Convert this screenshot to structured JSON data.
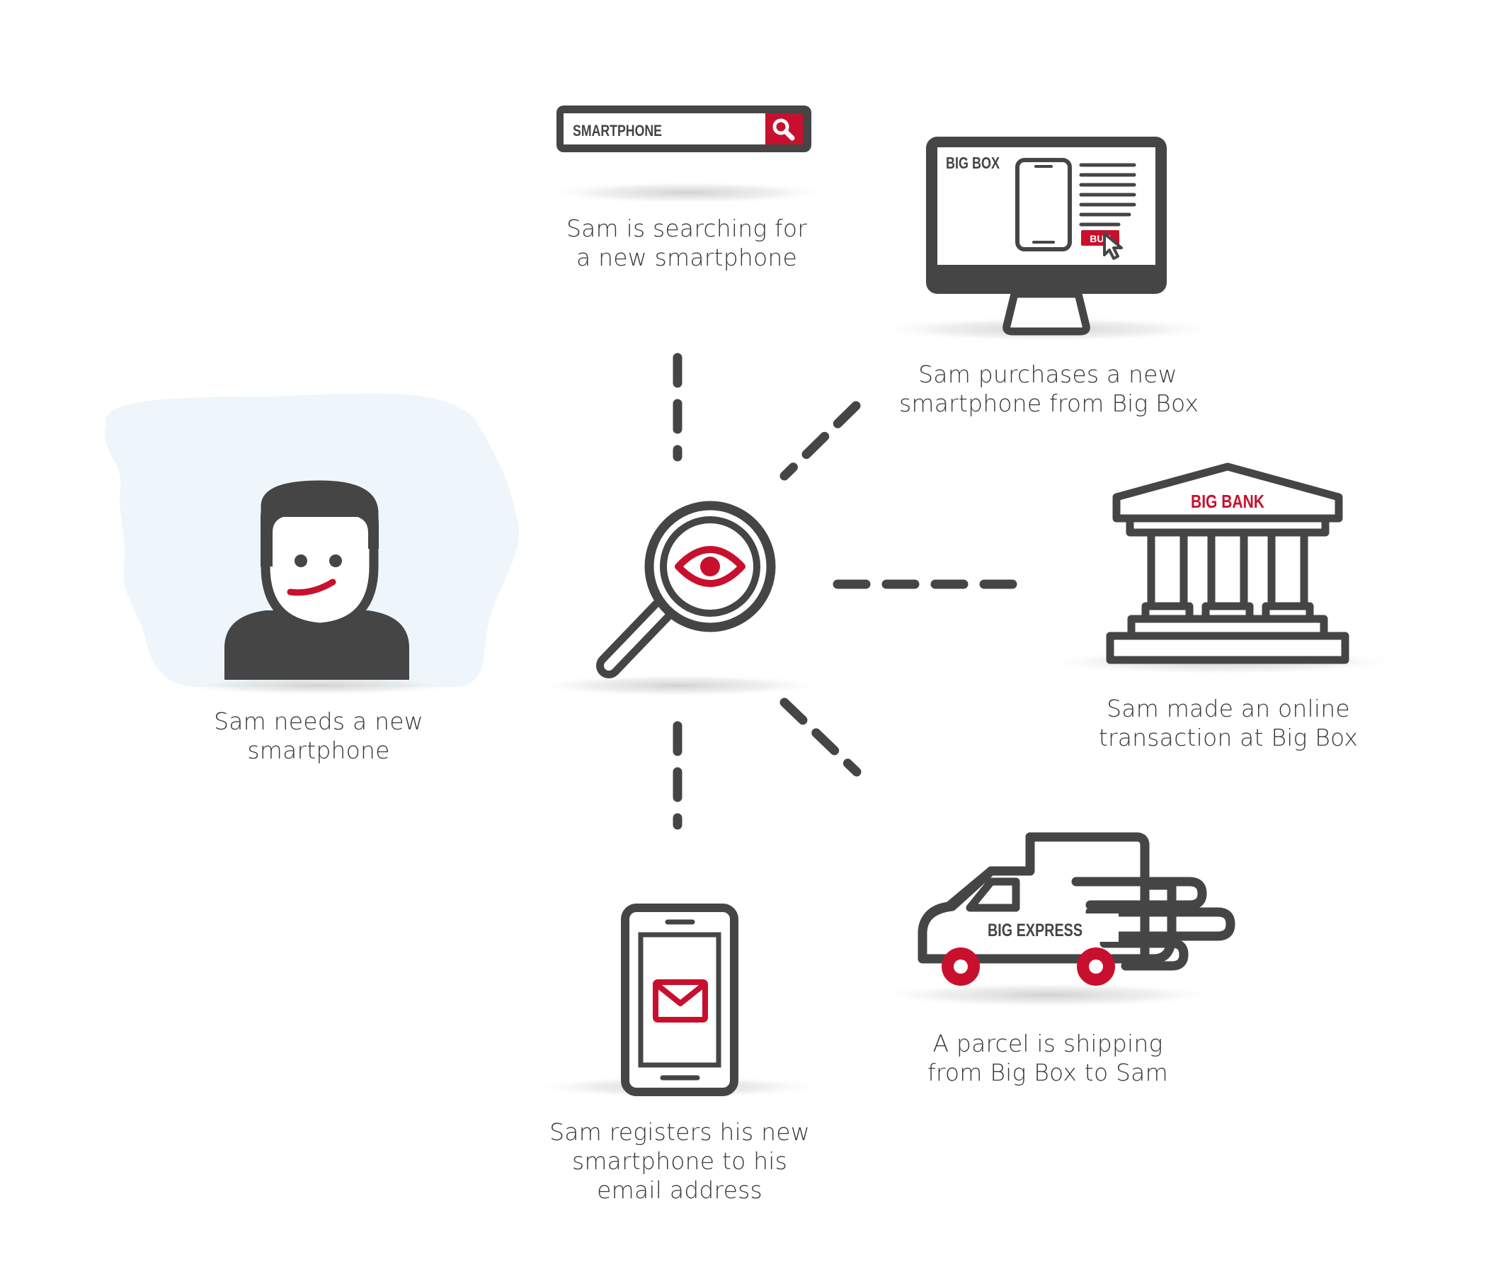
{
  "colors": {
    "dark": "#454545",
    "red": "#c8102e",
    "blob": "#eef6fb",
    "shadow": "#d4d4d4"
  },
  "search_bar": {
    "query": "SMARTPHONE",
    "icon": "search-icon"
  },
  "monitor": {
    "brand": "BIG BOX",
    "button": "BUY"
  },
  "bank": {
    "name": "BIG BANK"
  },
  "truck": {
    "brand": "BIG EXPRESS"
  },
  "center": {
    "icon": "eye-magnifier-icon"
  },
  "captions": {
    "person": [
      "Sam needs a new",
      "smartphone"
    ],
    "search": [
      "Sam is searching for",
      "a new smartphone"
    ],
    "purchase": [
      "Sam purchases a new",
      "smartphone from Big Box"
    ],
    "bank": [
      "Sam made an online",
      "transaction at Big Box"
    ],
    "shipping": [
      "A parcel is shipping",
      "from Big Box to Sam"
    ],
    "register": [
      "Sam registers his new",
      "smartphone to his",
      "email address"
    ]
  }
}
